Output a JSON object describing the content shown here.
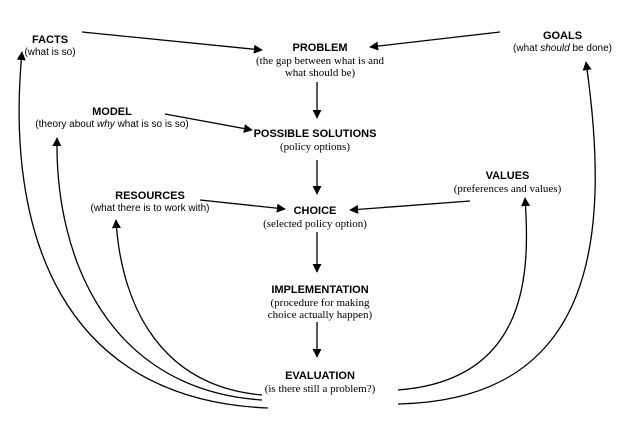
{
  "nodes": {
    "facts": {
      "title": "FACTS",
      "subtitle": "(what is so)"
    },
    "goals": {
      "title": "GOALS",
      "subtitle_pre": "(what ",
      "subtitle_em": "should",
      "subtitle_post": " be done)"
    },
    "problem": {
      "title": "PROBLEM",
      "subtitle_line1": "(the gap between what is and",
      "subtitle_line2": "what should be)"
    },
    "model": {
      "title": "MODEL",
      "subtitle_pre": "(theory about ",
      "subtitle_em": "why",
      "subtitle_post": " what is so is so)"
    },
    "possible_solutions": {
      "title": "POSSIBLE SOLUTIONS",
      "subtitle": "(policy options)"
    },
    "resources": {
      "title": "RESOURCES",
      "subtitle": "(what there is to work with)"
    },
    "choice": {
      "title": "CHOICE",
      "subtitle": "(selected policy option)"
    },
    "values": {
      "title": "VALUES",
      "subtitle": "(preferences and values)"
    },
    "implementation": {
      "title": "IMPLEMENTATION",
      "subtitle_line1": "(procedure for making",
      "subtitle_line2": "choice actually happen)"
    },
    "evaluation": {
      "title": "EVALUATION",
      "subtitle": "(is there still a problem?)"
    }
  },
  "edges": [
    {
      "from": "facts",
      "to": "problem"
    },
    {
      "from": "goals",
      "to": "problem"
    },
    {
      "from": "problem",
      "to": "possible_solutions"
    },
    {
      "from": "model",
      "to": "possible_solutions"
    },
    {
      "from": "possible_solutions",
      "to": "choice"
    },
    {
      "from": "resources",
      "to": "choice"
    },
    {
      "from": "values",
      "to": "choice"
    },
    {
      "from": "choice",
      "to": "implementation"
    },
    {
      "from": "implementation",
      "to": "evaluation"
    },
    {
      "from": "evaluation",
      "to": "facts"
    },
    {
      "from": "evaluation",
      "to": "model"
    },
    {
      "from": "evaluation",
      "to": "resources"
    },
    {
      "from": "evaluation",
      "to": "values"
    },
    {
      "from": "evaluation",
      "to": "goals"
    }
  ]
}
